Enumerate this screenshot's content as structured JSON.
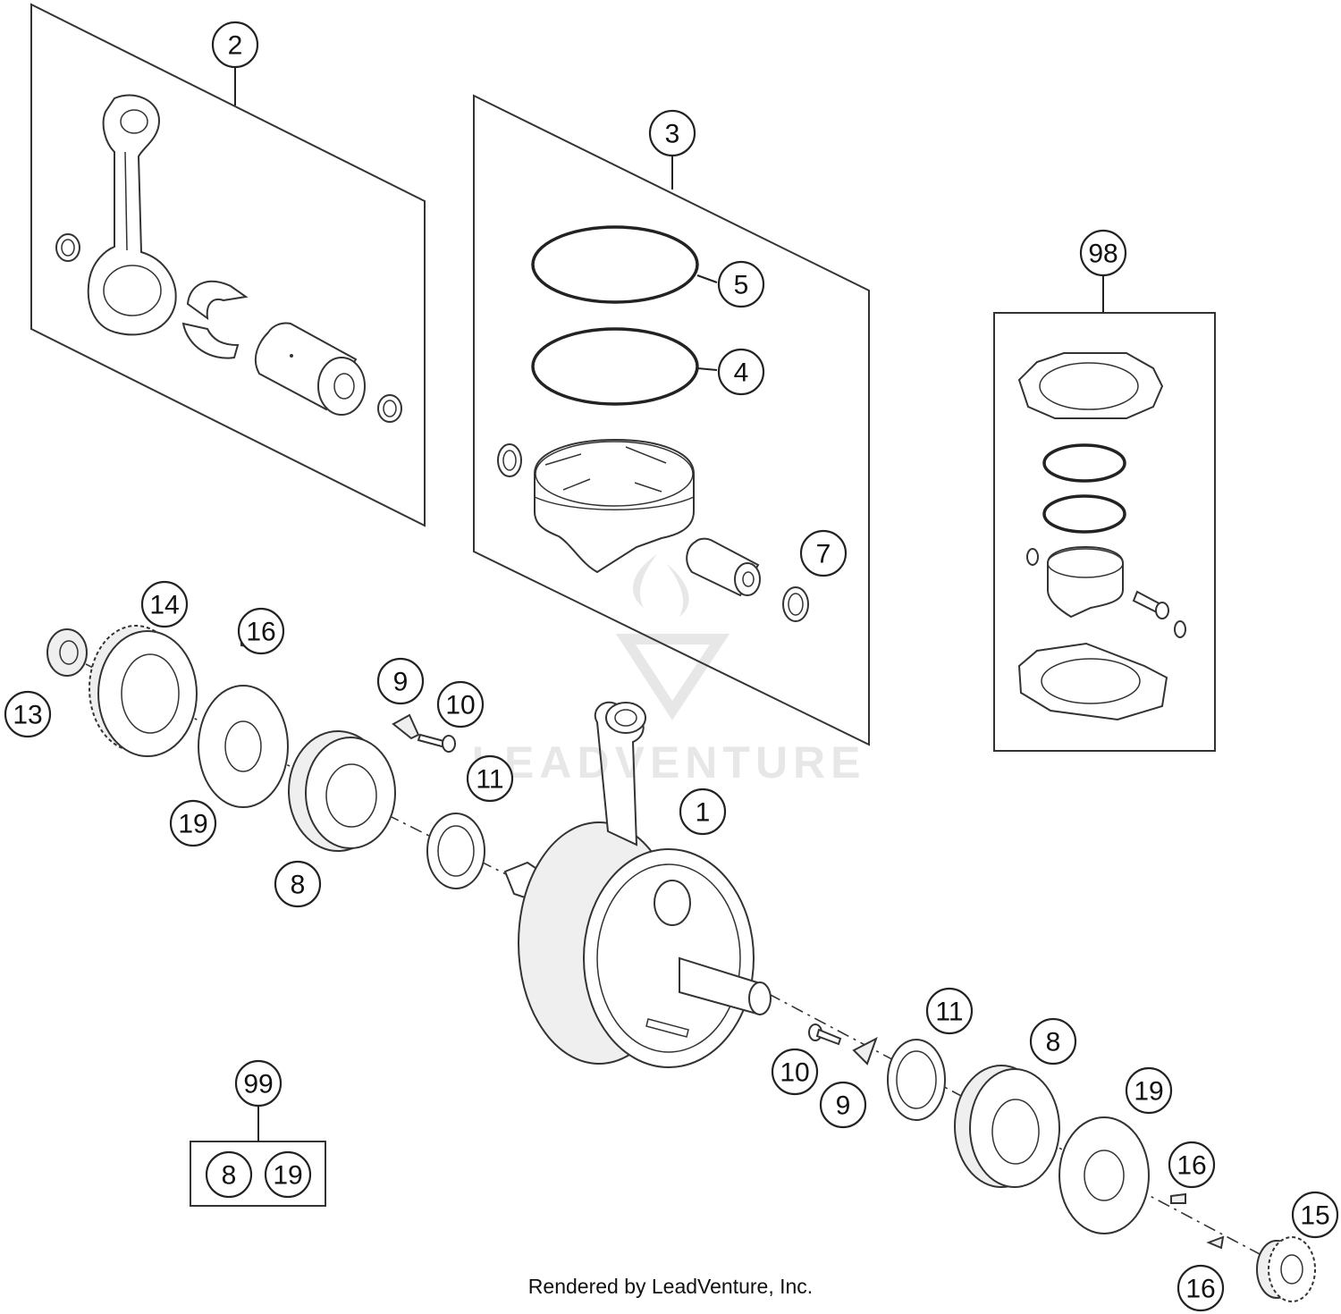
{
  "callouts": [
    "2",
    "3",
    "5",
    "4",
    "7",
    "98",
    "14",
    "16",
    "13",
    "9",
    "10",
    "11",
    "1",
    "19",
    "8",
    "11",
    "8",
    "10",
    "9",
    "19",
    "16",
    "15",
    "16",
    "99",
    "8",
    "19"
  ],
  "watermark": {
    "text": "LEADVENTURE"
  },
  "credit": "Rendered by LeadVenture, Inc."
}
